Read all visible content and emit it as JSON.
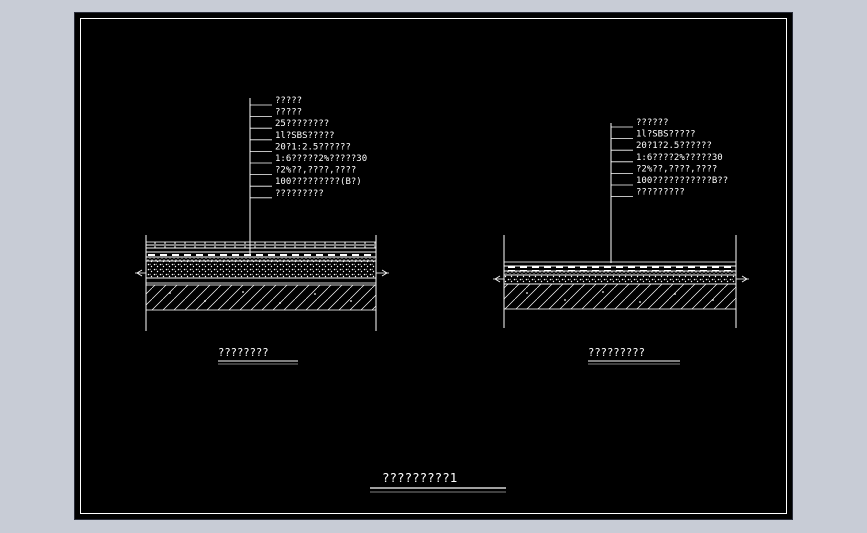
{
  "details": [
    {
      "title": "????????",
      "layers": [
        "?????",
        "?????",
        "25????????",
        "1l?SBS?????",
        "20?1:2.5??????",
        "1:6?????2%?????30",
        "?2%??,????,????",
        "100?????????(B?)",
        "?????????"
      ]
    },
    {
      "title": "?????????",
      "layers": [
        "??????",
        "1l?SBS?????",
        "20?1?2.5??????",
        "1:6????2%?????30",
        "?2%??,????,????",
        "100???????????B??",
        "?????????"
      ]
    }
  ],
  "sheet_title": "?????????1",
  "colors": {
    "background": "#000000",
    "linework": "#ffffff",
    "window": "#c8ccd6"
  }
}
